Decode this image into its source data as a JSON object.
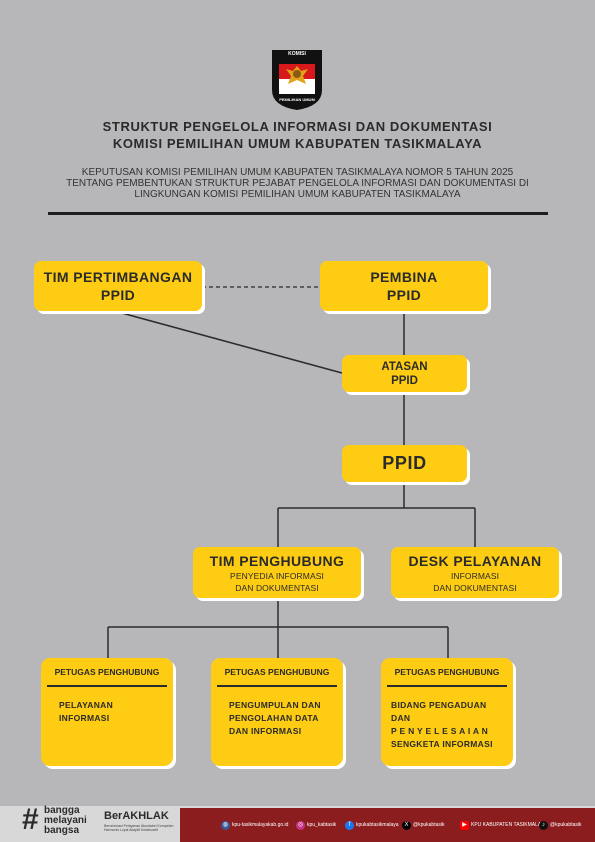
{
  "logo": {
    "top_text": "KOMISI",
    "bottom_text": "PEMILIHAN UMUM"
  },
  "header": {
    "title_line1": "STRUKTUR PENGELOLA INFORMASI DAN DOKUMENTASI",
    "title_line2": "KOMISI PEMILIHAN UMUM KABUPATEN TASIKMALAYA",
    "sub_line1": "KEPUTUSAN KOMISI PEMILIHAN UMUM KABUPATEN TASIKMALAYA NOMOR 5 TAHUN 2025",
    "sub_line2": "TENTANG PEMBENTUKAN STRUKTUR PEJABAT PENGELOLA INFORMASI DAN DOKUMENTASI DI",
    "sub_line3": "LINGKUNGAN KOMISI PEMILIHAN UMUM KABUPATEN TASIKMALAYA"
  },
  "org": {
    "tim_pertimbangan": {
      "line1": "TIM PERTIMBANGAN",
      "line2": "PPID"
    },
    "pembina": {
      "line1": "PEMBINA",
      "line2": "PPID"
    },
    "atasan": {
      "line1": "ATASAN",
      "line2": "PPID"
    },
    "ppid": {
      "line1": "PPID"
    },
    "tim_penghubung": {
      "title": "TIM PENGHUBUNG",
      "sub1": "PENYEDIA INFORMASI",
      "sub2": "DAN DOKUMENTASI"
    },
    "desk_pelayanan": {
      "title": "DESK PELAYANAN",
      "sub1": "INFORMASI",
      "sub2": "DAN DOKUMENTASI"
    },
    "petugas": [
      {
        "header": "PETUGAS PENGHUBUNG",
        "lines": [
          "PELAYANAN INFORMASI"
        ]
      },
      {
        "header": "PETUGAS PENGHUBUNG",
        "lines": [
          "PENGUMPULAN DAN",
          "PENGOLAHAN DATA",
          "DAN INFORMASI"
        ]
      },
      {
        "header": "PETUGAS PENGHUBUNG",
        "lines": [
          "BIDANG PENGADUAN DAN",
          "P E N Y E L E S A I A N",
          "SENGKETA INFORMASI"
        ]
      }
    ]
  },
  "footer": {
    "bangga": {
      "hash": "#",
      "l1": "bangga",
      "l2": "melayani",
      "l3": "bangsa"
    },
    "akhlak": {
      "name": "BerAKHLAK",
      "tagline": "Berorientasi Pelayanan Akuntabel Kompeten Harmonis Loyal Adaptif Kolaboratif"
    },
    "socials": [
      {
        "icon": "globe-icon",
        "label": "kpu-tasikmalayakab.go.id",
        "color": "#3b5998"
      },
      {
        "icon": "instagram-icon",
        "label": "kpu_kabtasik",
        "color": "#c13584"
      },
      {
        "icon": "facebook-icon",
        "label": "kpukabtasikmalaya",
        "color": "#1877f2"
      },
      {
        "icon": "x-icon",
        "label": "@kpukabtasik",
        "color": "#000000"
      },
      {
        "icon": "youtube-icon",
        "label": "KPU KABUPATEN TASIKMALAYA",
        "color": "#ff0000"
      },
      {
        "icon": "tiktok-icon",
        "label": "@kpukabtasik",
        "color": "#111111"
      }
    ]
  }
}
